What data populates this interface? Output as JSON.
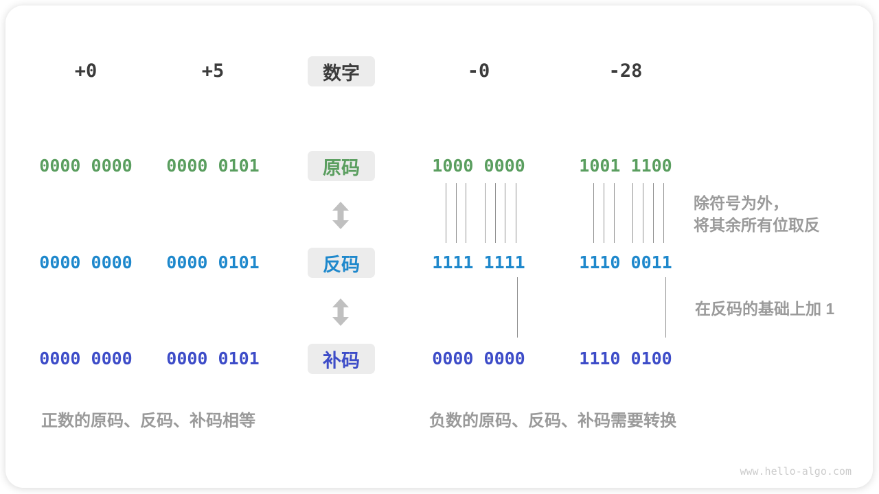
{
  "headers": {
    "col1": "+0",
    "col2": "+5",
    "label": "数字",
    "col3": "-0",
    "col4": "-28"
  },
  "rows": {
    "sign_magnitude": {
      "label": "原码",
      "col1": "0000 0000",
      "col2": "0000 0101",
      "col3": "1000 0000",
      "col4": "1001 1100"
    },
    "ones_complement": {
      "label": "反码",
      "col1": "0000 0000",
      "col2": "0000 0101",
      "col3": "1111 1111",
      "col4": "1110 0011"
    },
    "twos_complement": {
      "label": "补码",
      "col1": "0000 0000",
      "col2": "0000 0101",
      "col3": "0000 0000",
      "col4": "1110 0100"
    }
  },
  "annotations": {
    "invert_line1": "除符号为外，",
    "invert_line2": "将其余所有位取反",
    "add_one": "在反码的基础上加 1"
  },
  "captions": {
    "positive": "正数的原码、反码、补码相等",
    "negative": "负数的原码、反码、补码需要转换"
  },
  "watermark": "www.hello-algo.com",
  "colors": {
    "sign_magnitude": "#5A9E5F",
    "ones_complement": "#1E88CC",
    "twos_complement": "#3D4CC8",
    "header_text": "#3B3B3B",
    "muted_text": "#9A9A9A",
    "tag_background": "#ECECEC",
    "connector_line": "#8F8F8F",
    "arrow": "#C0C0C0"
  }
}
